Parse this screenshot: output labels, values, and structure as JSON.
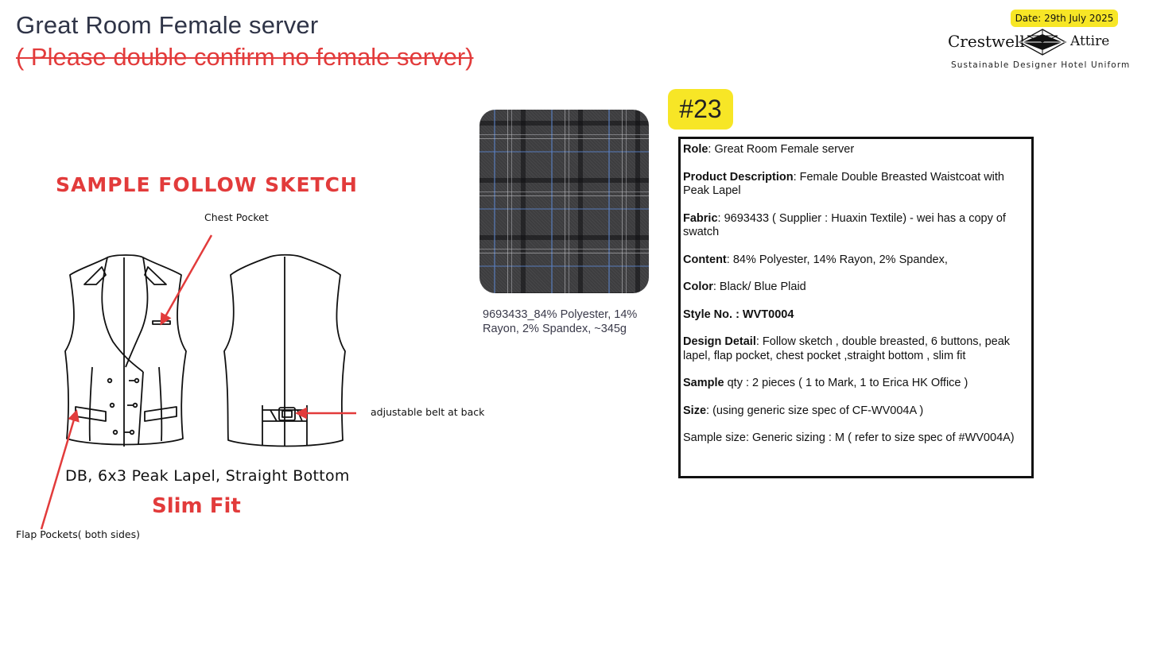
{
  "header": {
    "title": "Great Room Female server",
    "note": "( Please double confirm no female server)"
  },
  "brand": {
    "date": "Date: 29th July 2025",
    "name_left": "Crestwell",
    "name_right": "Attire",
    "tagline": "Sustainable Designer Hotel Uniform"
  },
  "sketch": {
    "heading": "SAMPLE FOLLOW SKETCH",
    "callout_chest": "Chest Pocket",
    "callout_belt": "adjustable belt at back",
    "callout_flap": "Flap Pockets( both sides)",
    "caption_line": "DB, 6x3 Peak Lapel, Straight Bottom",
    "caption_fit": "Slim Fit"
  },
  "fabric": {
    "caption": "9693433_84% Polyester, 14% Rayon, 2% Spandex, ~345g"
  },
  "reference": "#23",
  "spec": {
    "role_label": "Role",
    "role_value": ": Great Room Female server",
    "product_label": "Product Description",
    "product_value": ": Female Double Breasted Waistcoat with Peak Lapel",
    "fabric_label": "Fabric",
    "fabric_value": ": 9693433 ( Supplier : Huaxin Textile) - wei has a copy of swatch",
    "content_label": "Content",
    "content_value": ": 84% Polyester, 14% Rayon, 2% Spandex,",
    "color_label": "Color",
    "color_value": ": Black/ Blue Plaid",
    "style_label": "Style No. : WVT0004",
    "design_label": "Design Detail",
    "design_value": ": Follow sketch , double breasted,  6 buttons, peak lapel, flap pocket, chest pocket ,straight bottom , slim fit",
    "sample_label": "Sample",
    "sample_value": " qty : 2 pieces ( 1 to Mark, 1 to Erica HK Office )",
    "size_label": "Size",
    "size_value": ":  (using generic size spec of CF-WV004A )",
    "sample_size": "Sample size: Generic sizing : M ( refer to size spec of #WV004A)"
  },
  "colors": {
    "accent_red": "#e23b3b",
    "highlight_yellow": "#f7e626",
    "title_navy": "#2f3447"
  }
}
